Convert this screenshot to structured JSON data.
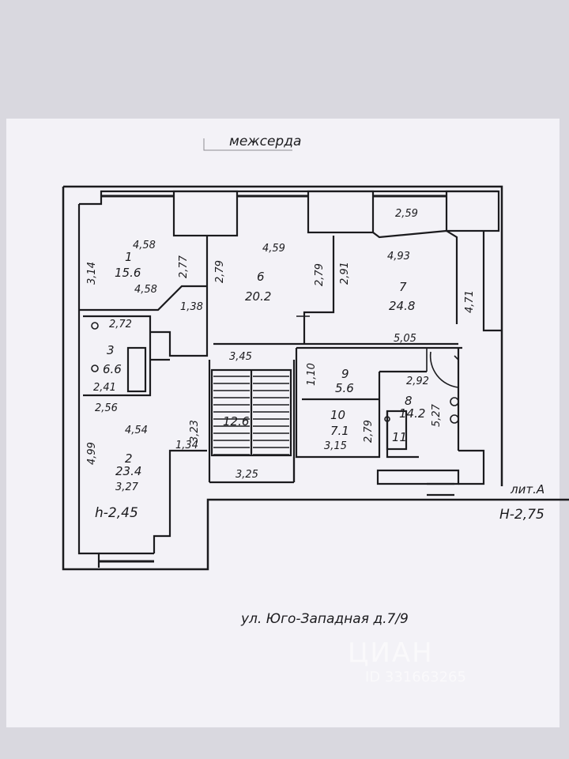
{
  "header": {
    "courtyard": "межсерда"
  },
  "rooms": [
    {
      "id": "r1",
      "num": "1",
      "area": "15.6"
    },
    {
      "id": "r2",
      "num": "2",
      "area": "23.4"
    },
    {
      "id": "r3",
      "num": "3",
      "area": "6.6"
    },
    {
      "id": "r6",
      "num": "6",
      "area": "20.2"
    },
    {
      "id": "r7",
      "num": "7",
      "area": "24.8"
    },
    {
      "id": "r8",
      "num": "8",
      "area": "14.2"
    },
    {
      "id": "r9",
      "num": "9",
      "area": "5.6"
    },
    {
      "id": "r10",
      "num": "10",
      "area": "7.1"
    },
    {
      "id": "r11",
      "num": "11",
      "area": ""
    },
    {
      "id": "stair",
      "num": "",
      "area": "12.6"
    }
  ],
  "dimensions": {
    "d_2_59": "2,59",
    "d_4_58a": "4,58",
    "d_4_58b": "4,58",
    "d_3_14": "3,14",
    "d_2_77a": "2,77",
    "d_2_79a": "2,79",
    "d_4_59": "4,59",
    "d_2_79b": "2,79",
    "d_2_91": "2,91",
    "d_4_93": "4,93",
    "d_4_71": "4,71",
    "d_1_38": "1,38",
    "d_2_72": "2,72",
    "d_3_45": "3,45",
    "d_5_05": "5,05",
    "d_2_41": "2,41",
    "d_2_56": "2,56",
    "d_1_10": "1,10",
    "d_2_92": "2,92",
    "d_5_27": "5,27",
    "d_4_54": "4,54",
    "d_3_23": "3,23",
    "d_1_34": "1,34",
    "d_4_99": "4,99",
    "d_3_27": "3,27",
    "d_3_25": "3,25",
    "d_3_15": "3,15",
    "d_2_79c": "2,79",
    "h_room": "h-2,45"
  },
  "annotations": {
    "lit": "лит.А",
    "height": "H-2,75",
    "address": "ул. Юго-Западная д.7/9"
  },
  "watermark": {
    "brand": "ЦИАН",
    "id": "ID 331663265"
  },
  "colors": {
    "paper": "#f3f2f7",
    "line": "#1b1b1e",
    "background": "#d9d8df"
  }
}
